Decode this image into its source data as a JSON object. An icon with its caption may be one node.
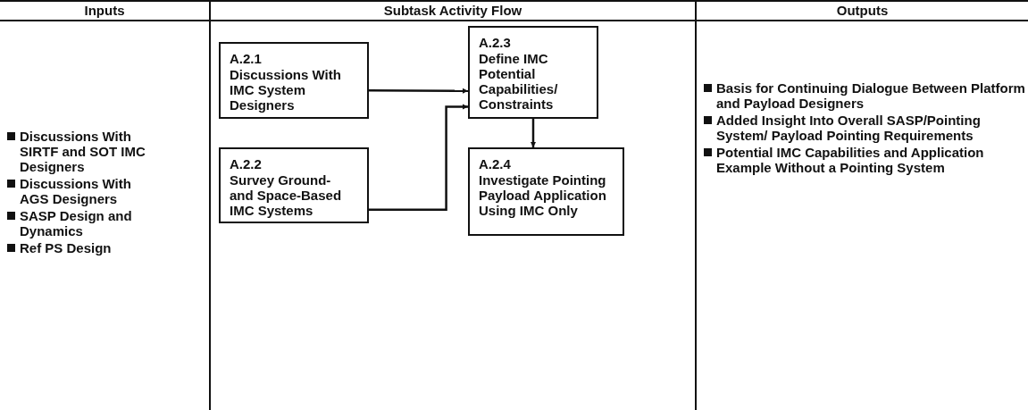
{
  "diagram": {
    "nodes": [
      {
        "text": [
          "Inputs",
          "Discussions With SIRTF and SOT IMC Designers",
          "Discussions With AGS Designers",
          "SASP Design and Dynamics",
          "Ref PS Design"
        ]
      },
      {
        "text": [
          "Subtask Activity Flow"
        ]
      },
      {
        "text": [
          "Outputs",
          "Basis for Continuing Dialogue Between Platform and Payload Designers",
          "Added Insight Into Overall SASP/Pointing System/ Payload Pointing Requirements",
          "Potential IMC Capabilities and Application Example Without a Pointing System"
        ]
      },
      {
        "text": [
          "A.2.1",
          "Discussions With IMC System Designers"
        ],
        "in": 1
      },
      {
        "text": [
          "A.2.3",
          "Define IMC Potential Capabilities/ Constraints"
        ],
        "in": 1
      },
      {
        "text": [
          "A.2.2",
          "Survey Ground- and Space-Based IMC Systems"
        ],
        "in": 1
      },
      {
        "text": [
          "A.2.4",
          "Investigate Pointing Payload Application Using IMC Only"
        ],
        "in": 1
      }
    ],
    "edges": [
      {
        "from": 3,
        "to": 4,
        "arrow": "to"
      },
      {
        "from": 5,
        "to": 4,
        "arrow": "to"
      },
      {
        "from": 4,
        "to": 6,
        "arrow": "to"
      }
    ]
  }
}
